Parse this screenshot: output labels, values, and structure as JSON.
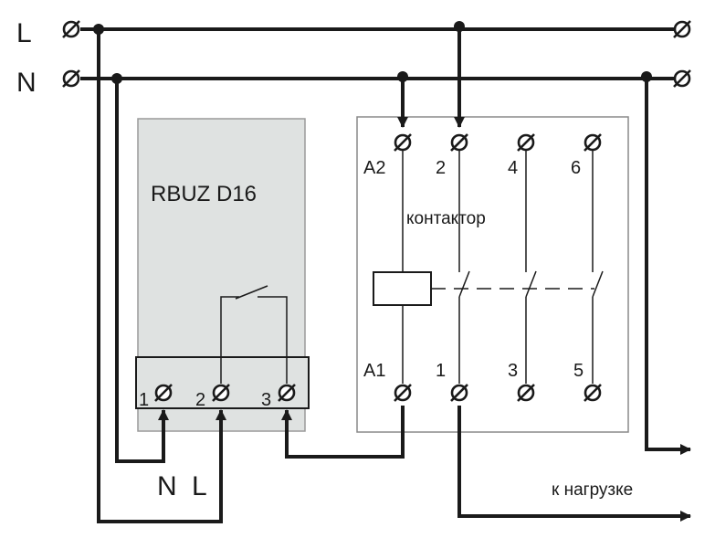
{
  "lines": {
    "phase": "L",
    "neutral": "N"
  },
  "relay": {
    "name": "RBUZ D16",
    "terminals": [
      "1",
      "2",
      "3"
    ],
    "input_labels": {
      "n": "N",
      "l": "L"
    }
  },
  "contactor": {
    "name": "контактор",
    "top_terminals": [
      "A2",
      "2",
      "4",
      "6"
    ],
    "bottom_terminals": [
      "A1",
      "1",
      "3",
      "5"
    ]
  },
  "load_label": "к нагрузке",
  "colors": {
    "ink": "#1a1a1a",
    "relay_fill": "#dfe2e1",
    "relay_edge": "#9a9a9a",
    "contactor_edge": "#8a8a8a"
  }
}
